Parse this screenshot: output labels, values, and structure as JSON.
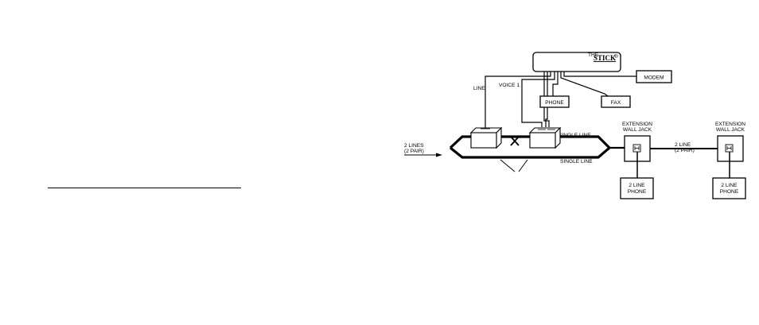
{
  "left_panel": {
    "has_signature_line": true
  },
  "diagram": {
    "device": {
      "prefix": "THE",
      "name": "STICK",
      "mark": "®"
    },
    "boxes": {
      "modem": "MODEM",
      "phone": "PHONE",
      "fax": "FAX"
    },
    "wire_labels": {
      "line": "LINE",
      "voice1": "VOICE 1",
      "single_line_top": "SINGLE LINE",
      "single_line_bottom": "SINGLE LINE"
    },
    "incoming": {
      "line1": "2 LINES",
      "line2": "(2 PAIR)"
    },
    "between_jacks": {
      "line1": "2 LINE",
      "line2": "(2 PAIR)"
    },
    "jack1": {
      "line1": "EXTENSION",
      "line2": "WALL JACK"
    },
    "jack2": {
      "line1": "EXTENSION",
      "line2": "WALL JACK"
    },
    "phone1": {
      "line1": "2 LINE",
      "line2": "PHONE"
    },
    "phone2": {
      "line1": "2 LINE",
      "line2": "PHONE"
    }
  },
  "colors": {
    "ink": "#000000",
    "paper": "#ffffff"
  }
}
